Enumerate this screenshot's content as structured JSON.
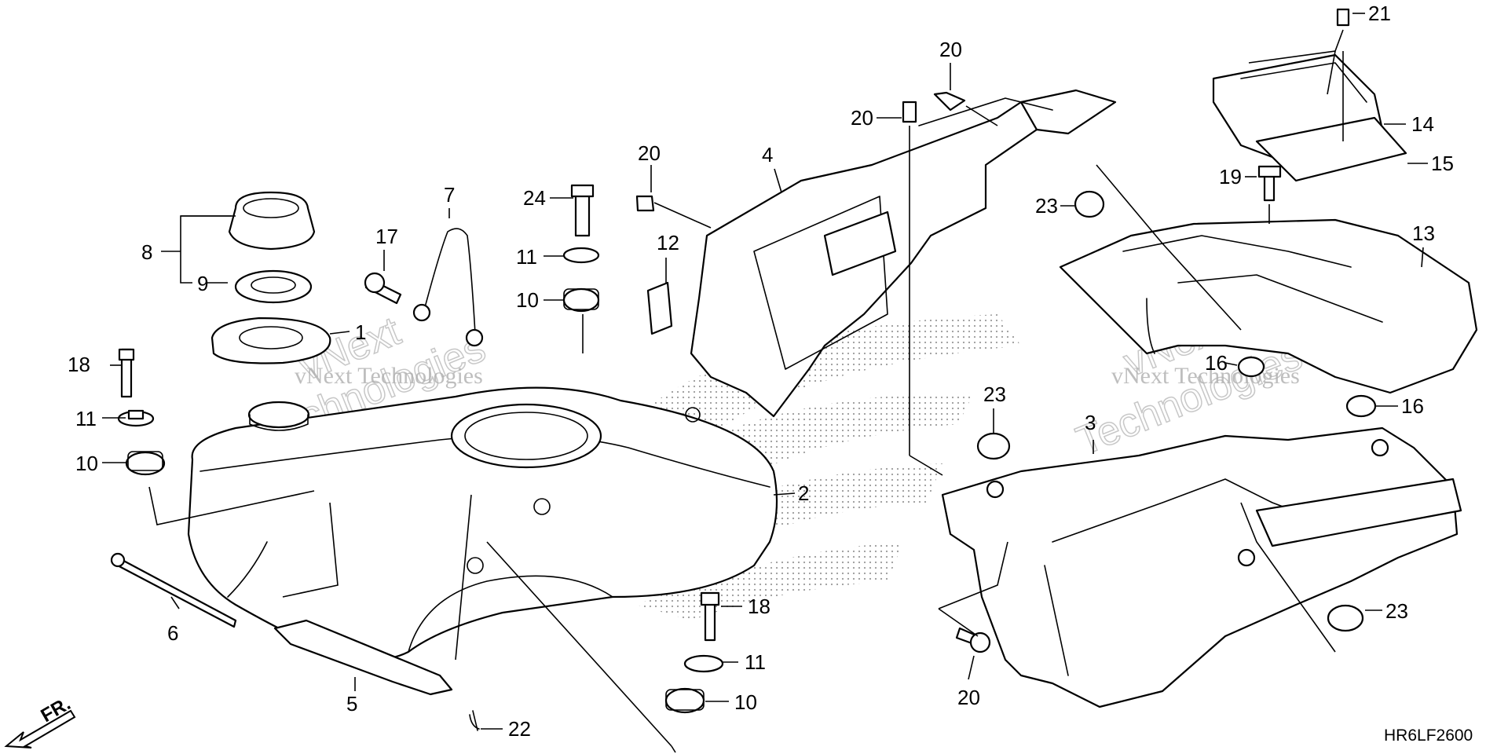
{
  "diagram_code": "HR6LF2600",
  "front_marker": "FR.",
  "watermark": {
    "line1": "vNext Technologies",
    "big1": "vNext",
    "big2": "Technologies"
  },
  "callouts": {
    "c1": "1",
    "c2": "2",
    "c3": "3",
    "c4": "4",
    "c5": "5",
    "c6": "6",
    "c7": "7",
    "c8": "8",
    "c9": "9",
    "c10a": "10",
    "c10b": "10",
    "c10c": "10",
    "c11a": "11",
    "c11b": "11",
    "c11c": "11",
    "c12": "12",
    "c13": "13",
    "c14": "14",
    "c15": "15",
    "c16a": "16",
    "c16b": "16",
    "c17": "17",
    "c18a": "18",
    "c18b": "18",
    "c19": "19",
    "c20a": "20",
    "c20b": "20",
    "c20c": "20",
    "c20d": "20",
    "c21": "21",
    "c22": "22",
    "c23a": "23",
    "c23b": "23",
    "c23c": "23",
    "c24": "24"
  }
}
